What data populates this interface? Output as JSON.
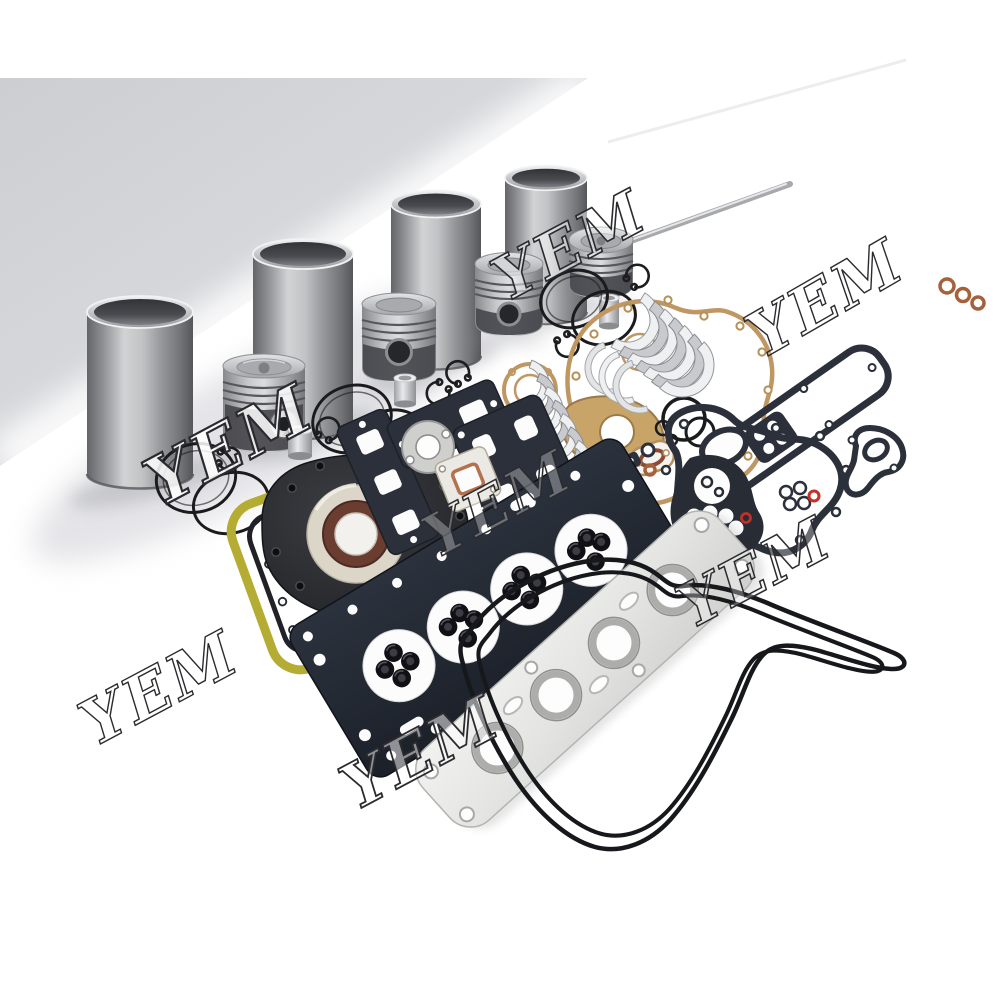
{
  "image": {
    "kind": "product-photo",
    "subject": "Diesel engine overhaul rebuild kit: four cylinder liners, four pistons with rings and pins, engine bearing sets and a full gasket kit laid out on a white studio backdrop",
    "background": "#ffffff",
    "backdrop_color": "#d2d3d7"
  },
  "watermark": {
    "text": "YEM",
    "fill": "#ffffff",
    "outline": "#2b2b2f",
    "count": 7
  },
  "palette": {
    "steel_highlight": "#d8d9db",
    "steel_mid": "#9b9c9f",
    "steel_shadow": "#5e5f63",
    "piston_graphite": "#47484d",
    "gasket_navy": "#272c35",
    "rubber_black": "#17181b",
    "gasket_tan": "#bf9763",
    "gasket_yellow": "#b5ad33",
    "seal_cream": "#dcd6c9",
    "seal_rust": "#6b3d30",
    "copper": "#a5603c",
    "red_seal_ring": "#c23028",
    "metal_silver": "#e9eae8"
  },
  "parts": [
    {
      "name": "cylinder-liner",
      "count": 4
    },
    {
      "name": "piston",
      "count": 4
    },
    {
      "name": "piston-pin",
      "count": 3
    },
    {
      "name": "piston-ring",
      "count": 7
    },
    {
      "name": "circlip",
      "count": 6
    },
    {
      "name": "main-bearing-shell-stack",
      "count": 7
    },
    {
      "name": "rod-bearing-shell-stack",
      "count": 7
    },
    {
      "name": "thrust-washer",
      "count": 3
    },
    {
      "name": "cylinder-head-gasket",
      "count": 1
    },
    {
      "name": "valve-stem-seal",
      "count": 16
    },
    {
      "name": "exhaust-manifold-gasket",
      "count": 1
    },
    {
      "name": "valve-cover-gasket",
      "count": 1
    },
    {
      "name": "oil-pan-gasket",
      "count": 1
    },
    {
      "name": "rear-crankshaft-seal",
      "count": 1
    },
    {
      "name": "timing-case-gasket",
      "count": 1
    },
    {
      "name": "front-cover-gasket",
      "count": 1
    },
    {
      "name": "oil-cooler-gasket",
      "count": 1
    },
    {
      "name": "water-outlet-gasket",
      "count": 1
    },
    {
      "name": "port-gasket",
      "count": 3
    },
    {
      "name": "round-flange-gasket",
      "count": 1
    },
    {
      "name": "egr-gasket",
      "count": 1
    },
    {
      "name": "copper-washer",
      "count": 9
    },
    {
      "name": "o-ring",
      "count": 4
    },
    {
      "name": "oval-flange-gasket",
      "count": 1
    },
    {
      "name": "push-rod",
      "count": 1
    }
  ]
}
